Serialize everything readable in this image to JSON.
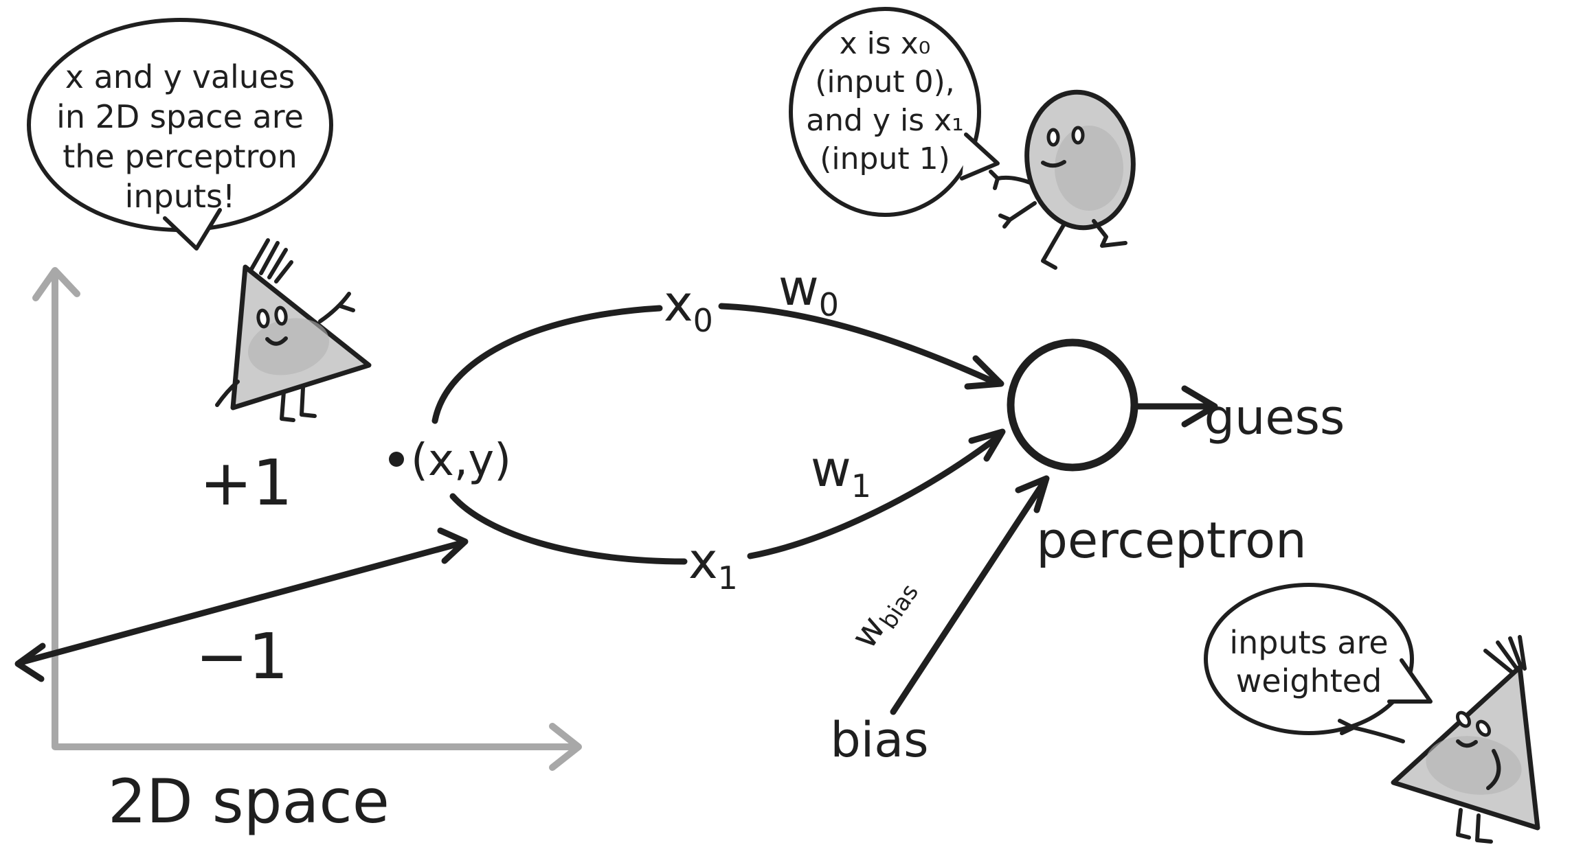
{
  "bubbles": {
    "top_left": {
      "lines": [
        "x and y values",
        "in 2D space are",
        "the perceptron",
        "inputs!"
      ]
    },
    "top_right": {
      "lines": [
        "x is x₀",
        "(input 0),",
        "and y is x₁",
        "(input 1)"
      ]
    },
    "bottom_right": {
      "lines": [
        "inputs are",
        "weighted"
      ]
    }
  },
  "plot": {
    "caption": "2D space",
    "positive_region": "+1",
    "negative_region": "−1",
    "point_label": "(x,y)"
  },
  "network": {
    "input0": {
      "base": "x",
      "sub": "0"
    },
    "weight0": {
      "base": "w",
      "sub": "0"
    },
    "input1": {
      "base": "x",
      "sub": "1"
    },
    "weight1": {
      "base": "w",
      "sub": "1"
    },
    "weight_bias": {
      "base": "w",
      "sub": "bias"
    },
    "bias_label": "bias",
    "node_label": "perceptron",
    "output_label": "guess"
  },
  "colors": {
    "ink": "#1f1f1f",
    "axis": "#a8a8a8",
    "character_fill": "#cccccc",
    "character_shade": "#b2b2b2",
    "background": "#ffffff"
  }
}
